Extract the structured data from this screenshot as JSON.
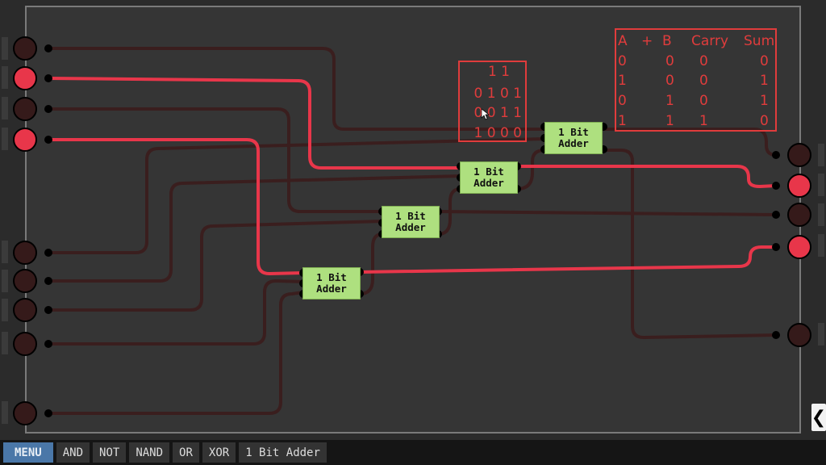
{
  "colors": {
    "wire_off": "#3a1e1e",
    "wire_on": "#e8364a",
    "pin_off": "#351a1a",
    "pin_on": "#e8364a",
    "chip_fill": "#aee07f",
    "annotation": "#e03c3c",
    "menu_accent": "#4a77a8"
  },
  "chips": [
    {
      "label": "1 Bit\nAdder"
    },
    {
      "label": "1 Bit\nAdder"
    },
    {
      "label": "1 Bit\nAdder"
    },
    {
      "label": "1 Bit\nAdder"
    }
  ],
  "inputs": [
    {
      "state": "off"
    },
    {
      "state": "on"
    },
    {
      "state": "off"
    },
    {
      "state": "on"
    },
    {
      "state": "off"
    },
    {
      "state": "off"
    },
    {
      "state": "off"
    },
    {
      "state": "off"
    },
    {
      "state": "off"
    }
  ],
  "outputs": [
    {
      "state": "off"
    },
    {
      "state": "on"
    },
    {
      "state": "off"
    },
    {
      "state": "on"
    },
    {
      "state": "off"
    }
  ],
  "binary_example": {
    "carry_row": "1 1",
    "rows": [
      "0 1 0 1",
      "0 0 1 1",
      "1 0 0 0"
    ]
  },
  "truth_table": {
    "headers": [
      "A",
      "+",
      "B",
      "Carry",
      "Sum"
    ],
    "rows": [
      [
        "0",
        "0",
        "0",
        "0"
      ],
      [
        "1",
        "0",
        "0",
        "1"
      ],
      [
        "0",
        "1",
        "0",
        "1"
      ],
      [
        "1",
        "1",
        "1",
        "0"
      ]
    ]
  },
  "menu": {
    "main": "MENU",
    "items": [
      "AND",
      "NOT",
      "NAND",
      "OR",
      "XOR",
      "1 Bit Adder"
    ]
  },
  "collapse_glyph": "❮"
}
